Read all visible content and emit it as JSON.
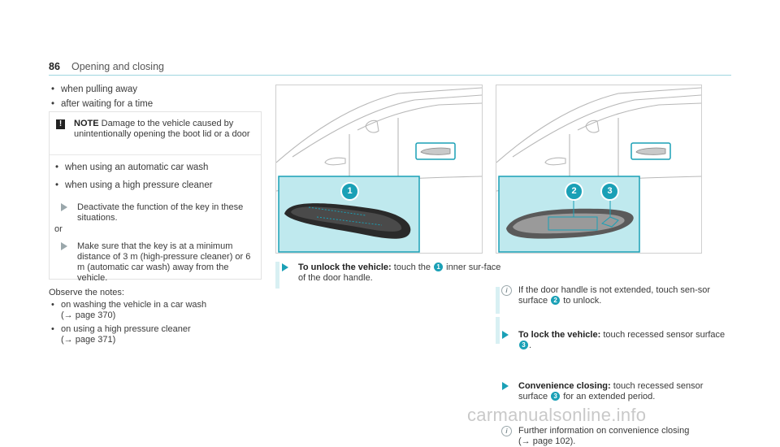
{
  "header": {
    "page_number": "86",
    "title": "Opening and closing"
  },
  "col1": {
    "top_bullets": [
      "when pulling away",
      "after waiting for a time"
    ],
    "notice": {
      "label": "NOTE",
      "text": "Damage to the vehicle caused by unintentionally opening the boot lid or a door",
      "bullets": [
        "when using an automatic car wash",
        "when using a high pressure cleaner"
      ],
      "step1": "Deactivate the function of the key in these situations.",
      "or": "or",
      "step2": "Make sure that the key is at a minimum distance of 3 m (high-pressure cleaner) or 6 m (automatic car wash) away from the vehicle."
    },
    "observe": "Observe the notes:",
    "observe_bullets": [
      {
        "text": "on washing the vehicle in a car wash",
        "ref": "(→ page 370)"
      },
      {
        "text": "on using a high pressure cleaner",
        "ref": "(→ page 371)"
      }
    ]
  },
  "col2": {
    "figure": {
      "badge": "1"
    },
    "unlock_label": "To unlock the vehicle:",
    "unlock_text_a": "touch the",
    "unlock_badge": "1",
    "unlock_text_b": "inner sur-face of the door handle."
  },
  "col3": {
    "figure": {
      "badges": [
        "2",
        "3"
      ]
    },
    "info1_a": "If the door handle is not extended, touch sen-sor surface",
    "info1_badge": "2",
    "info1_b": "to unlock.",
    "lock_label": "To lock the vehicle:",
    "lock_text": "touch recessed sensor surface",
    "lock_badge": "3",
    "conv_label": "Convenience closing:",
    "conv_text_a": "touch recessed sensor surface",
    "conv_badge": "3",
    "conv_text_b": "for an extended period.",
    "info2": "Further information on convenience closing",
    "info2_ref": "(→ page 102)."
  },
  "footer": {
    "watermark": "carmanualsonline.info"
  },
  "colors": {
    "accent": "#1aa0b6",
    "inset_bg": "#bfe9ee"
  }
}
